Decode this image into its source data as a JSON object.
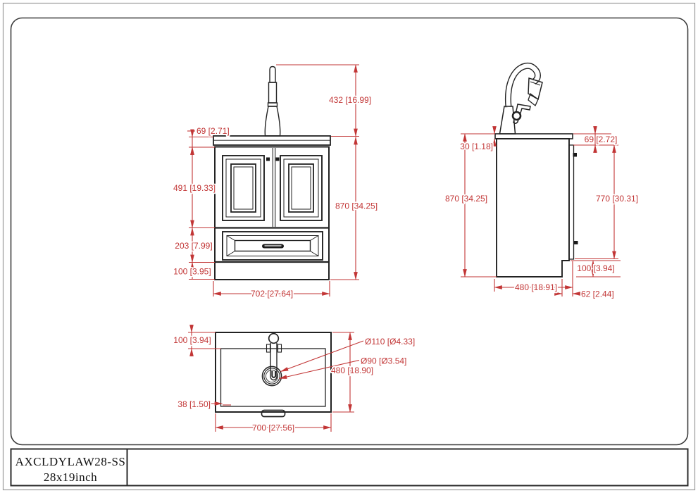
{
  "title_block": {
    "model": "AXCLDYLAW28-SS",
    "size": "28x19inch"
  },
  "colors": {
    "dimension_red": "#c23636",
    "line_black": "#222222"
  },
  "front_view": {
    "faucet_height": "432 [16.99]",
    "counter_to_top": "69 [2.71]",
    "door_section_height": "491 [19.33]",
    "drawer_section_height": "203 [7.99]",
    "base_height": "100 [3.95]",
    "overall_height": "870 [34.25]",
    "overall_width": "702 [27.64]"
  },
  "side_view": {
    "countertop_thickness": "30 [1.18]",
    "top_rail_height": "69 [2.72]",
    "overall_height": "870 [34.25]",
    "door_height": "770 [30.31]",
    "base_height": "100 [3.94]",
    "depth": "480 [18.91]",
    "toe_kick_depth": "62 [2.44]"
  },
  "top_view": {
    "back_rim_depth": "100 [3.94]",
    "drain_outer_dia": "Ø110 [Ø4.33]",
    "drain_inner_dia": "Ø90 [Ø3.54]",
    "overall_depth": "480 [18.90]",
    "rim_thickness": "38 [1.50]",
    "overall_width": "700 [27.56]"
  }
}
